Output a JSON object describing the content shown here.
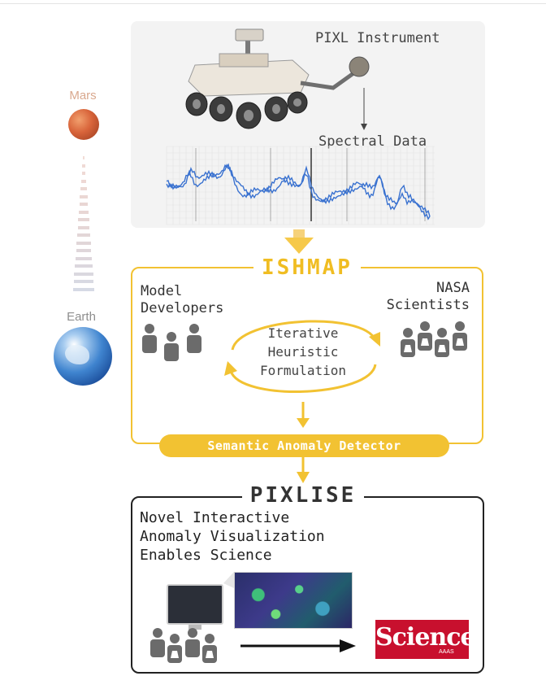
{
  "planets": {
    "mars_label": "Mars",
    "earth_label": "Earth"
  },
  "instrument": {
    "label": "PIXL Instrument",
    "data_label": "Spectral Data"
  },
  "ishmap": {
    "title": "ISHMAP",
    "left_group": "Model\nDevelopers",
    "right_group": "NASA\nScientists",
    "loop_text": "Iterative\nHeuristic\nFormulation",
    "detector": "Semantic Anomaly Detector"
  },
  "pixlise": {
    "title": "PIXLISE",
    "description": "Novel Interactive\nAnomaly Visualization\nEnables Science",
    "science_logo": "Science",
    "science_sub": "AAAS"
  },
  "colors": {
    "accent": "#f2c232",
    "mars": "#d8643a",
    "science_red": "#c8102e",
    "person_gray": "#6b6b6b"
  },
  "icons": [
    "mars-planet",
    "earth-planet",
    "rover-image",
    "spectrum-plot",
    "person-icon",
    "scientist-icon",
    "monitor-icon",
    "science-logo"
  ]
}
